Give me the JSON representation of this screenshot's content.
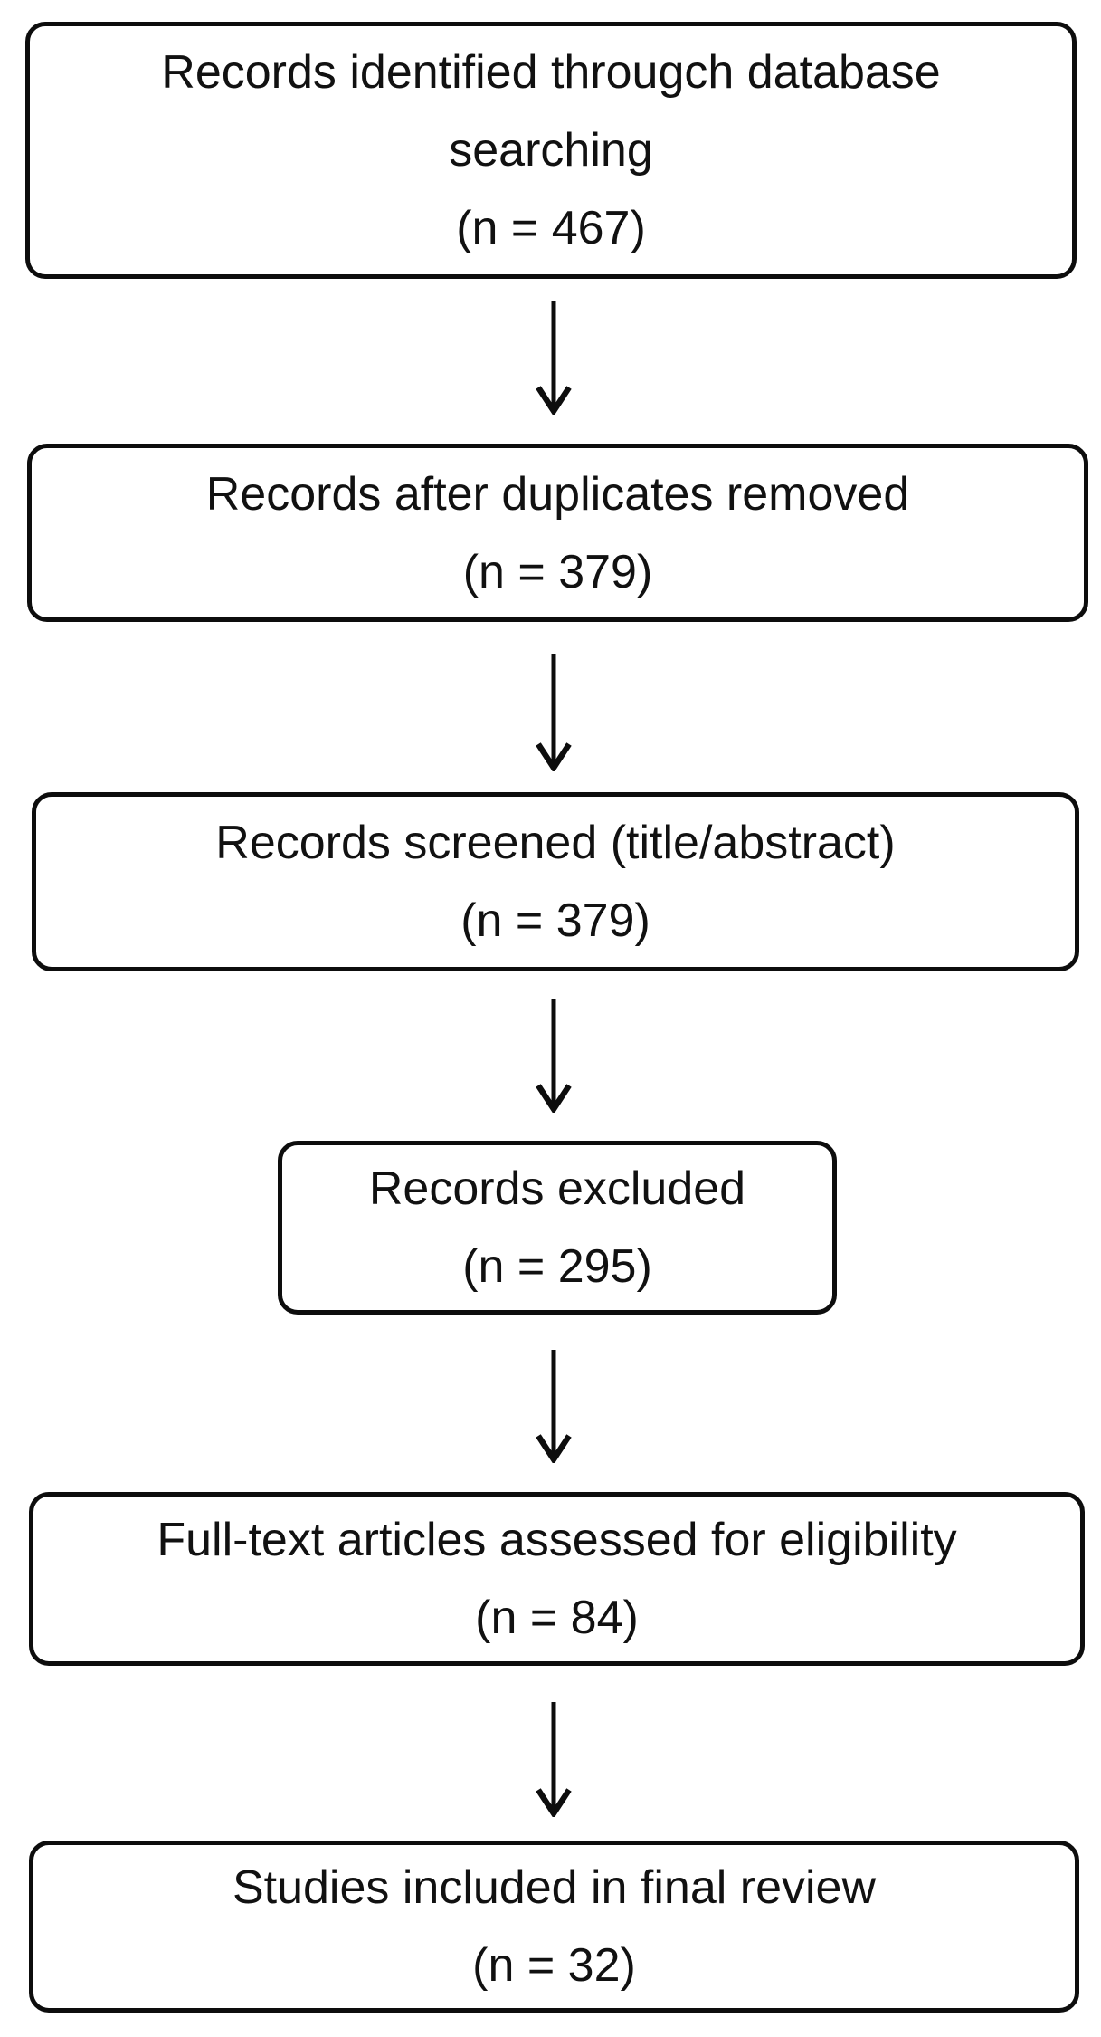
{
  "colors": {
    "background": "#ffffff",
    "stroke": "#0d0d0d",
    "text": "#111111"
  },
  "icons": {
    "connector": "down-arrow"
  },
  "flowchart": {
    "boxes": [
      {
        "id": "records-identified",
        "lines": [
          "Records identified througch database",
          "searching",
          "(n = 467)"
        ],
        "n": 467
      },
      {
        "id": "duplicates-removed",
        "lines": [
          "Records after duplicates removed",
          "(n = 379)"
        ],
        "n": 379
      },
      {
        "id": "records-screened",
        "lines": [
          "Records screened (title/abstract)",
          "(n = 379)"
        ],
        "n": 379
      },
      {
        "id": "records-excluded",
        "lines": [
          "Records excluded",
          "(n = 295)"
        ],
        "n": 295
      },
      {
        "id": "fulltext-assessed",
        "lines": [
          "Full-text articles assessed for eligibility",
          "(n = 84)"
        ],
        "n": 84
      },
      {
        "id": "studies-included",
        "lines": [
          "Studies included in final review",
          "(n = 32)"
        ],
        "n": 32
      }
    ]
  }
}
